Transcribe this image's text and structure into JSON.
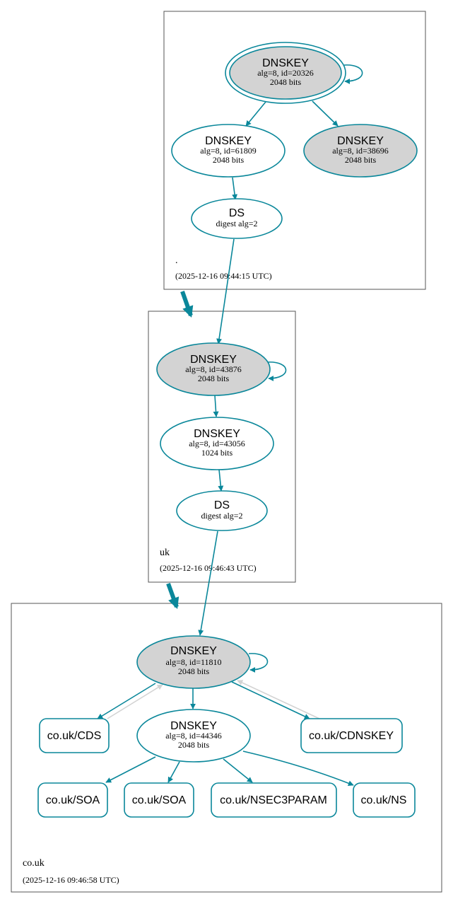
{
  "colors": {
    "edge": "#0a879a",
    "fill_key": "#d3d3d3",
    "fill_white": "#ffffff",
    "gray_edge": "#d3d3d3"
  },
  "zones": {
    "root": {
      "name": ".",
      "time": "(2025-12-16 09:44:15 UTC)"
    },
    "uk": {
      "name": "uk",
      "time": "(2025-12-16 09:46:43 UTC)"
    },
    "couk": {
      "name": "co.uk",
      "time": "(2025-12-16 09:46:58 UTC)"
    }
  },
  "nodes": {
    "root_ksk": {
      "title": "DNSKEY",
      "line1": "alg=8, id=20326",
      "line2": "2048 bits"
    },
    "root_zsk1": {
      "title": "DNSKEY",
      "line1": "alg=8, id=61809",
      "line2": "2048 bits"
    },
    "root_zsk2": {
      "title": "DNSKEY",
      "line1": "alg=8, id=38696",
      "line2": "2048 bits"
    },
    "root_ds": {
      "title": "DS",
      "line1": "digest alg=2"
    },
    "uk_ksk": {
      "title": "DNSKEY",
      "line1": "alg=8, id=43876",
      "line2": "2048 bits"
    },
    "uk_zsk": {
      "title": "DNSKEY",
      "line1": "alg=8, id=43056",
      "line2": "1024 bits"
    },
    "uk_ds": {
      "title": "DS",
      "line1": "digest alg=2"
    },
    "couk_ksk": {
      "title": "DNSKEY",
      "line1": "alg=8, id=11810",
      "line2": "2048 bits"
    },
    "couk_zsk": {
      "title": "DNSKEY",
      "line1": "alg=8, id=44346",
      "line2": "2048 bits"
    }
  },
  "records": {
    "cds": "co.uk/CDS",
    "cdnskey": "co.uk/CDNSKEY",
    "soa1": "co.uk/SOA",
    "soa2": "co.uk/SOA",
    "nsec3param": "co.uk/NSEC3PARAM",
    "ns": "co.uk/NS"
  }
}
